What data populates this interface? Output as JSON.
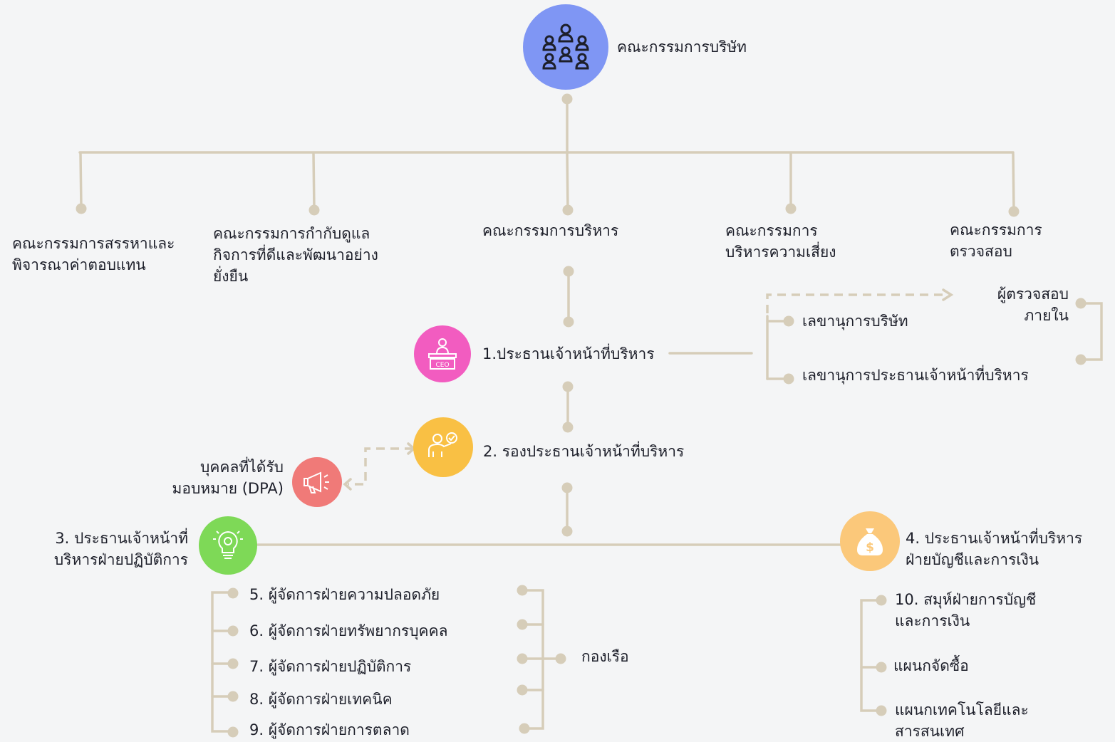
{
  "board": {
    "label": "คณะกรรมการบริษัท"
  },
  "committees": [
    {
      "label": "คณะกรรมการสรรหาและ\nพิจารณาค่าตอบแทน"
    },
    {
      "label": "คณะกรรมการกำกับดูแล\nกิจการที่ดีและพัฒนาอย่าง\nยั่งยืน"
    },
    {
      "label": "คณะกรรมการบริหาร"
    },
    {
      "label": "คณะกรรมการ\nบริหารความเสี่ยง"
    },
    {
      "label": "คณะกรรมการ\nตรวจสอบ"
    }
  ],
  "ceo": {
    "label": "1.ประธานเจ้าหน้าที่บริหาร",
    "icon_text": "CEO"
  },
  "internal_audit": {
    "label": "ผู้ตรวจสอบ\nภายใน"
  },
  "secretaries": [
    {
      "label": "เลขานุการบริษัท"
    },
    {
      "label": "เลขานุการประธานเจ้าหน้าที่บริหาร"
    }
  ],
  "deputy_ceo": {
    "label": "2. รองประธานเจ้าหน้าที่บริหาร"
  },
  "dpa": {
    "label": "บุคคลที่ได้รับ\nมอบหมาย (DPA)"
  },
  "coo": {
    "label": "3. ประธานเจ้าหน้าที่\nบริหารฝ่ายปฏิบัติการ"
  },
  "cfo": {
    "label": "4. ประธานเจ้าหน้าที่บริหาร\nฝ่ายบัญชีและการเงิน"
  },
  "operations_managers": [
    {
      "label": "5. ผู้จัดการฝ่ายความปลอดภัย"
    },
    {
      "label": "6. ผู้จัดการฝ่ายทรัพยากรบุคคล"
    },
    {
      "label": "7. ผู้จัดการฝ่ายปฏิบัติการ"
    },
    {
      "label": "8. ผู้จัดการฝ่ายเทคนิค"
    },
    {
      "label": "9. ผู้จัดการฝ่ายการตลาด"
    }
  ],
  "fleet": {
    "label": "กองเรือ"
  },
  "finance_units": [
    {
      "label": "10. สมุห์ฝ่ายการบัญชี\nและการเงิน"
    },
    {
      "label": "แผนกจัดซื้อ"
    },
    {
      "label": "แผนกเทคโนโลยีและ\nสารสนเทศ"
    }
  ],
  "colors": {
    "line": "#d6cdb9",
    "board_circle": "#7f96f4",
    "ceo_circle": "#f25cc0",
    "deputy_circle": "#f9c044",
    "dpa_circle": "#f07a78",
    "coo_circle": "#7ed957",
    "cfo_circle": "#fbc87a"
  },
  "icons": {
    "board": "people-group-icon",
    "ceo": "ceo-desk-icon",
    "deputy": "presenter-icon",
    "dpa": "megaphone-icon",
    "coo": "lightbulb-gear-icon",
    "cfo": "money-bag-icon"
  }
}
